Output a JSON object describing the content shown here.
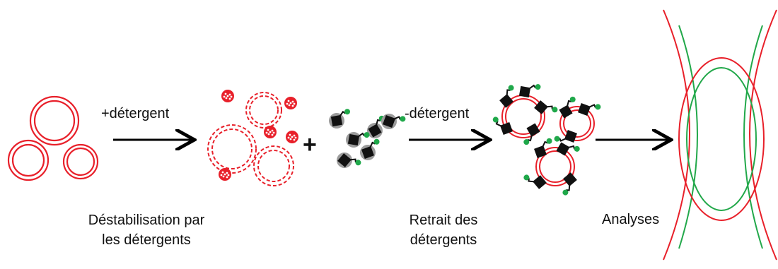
{
  "colors": {
    "membrane": "#e8202a",
    "protein": "#111111",
    "tag": "#1fa84a",
    "detergent_halo": "#9c9c9c",
    "arrow": "#000000",
    "inner_tube": "#22a84a"
  },
  "labels": {
    "add_detergent": "+détergent",
    "remove_detergent": "-détergent",
    "plus": "+",
    "destabilization_line1": "Déstabilisation par",
    "destabilization_line2": "les détergents",
    "removal_line1": "Retrait des",
    "removal_line2": "détergents",
    "analyses": "Analyses"
  },
  "icons": [
    "arrow-right-icon",
    "liposome-icon",
    "micelle-icon",
    "protein-icon",
    "proteoliposome-icon",
    "analysis-chamber-icon"
  ]
}
